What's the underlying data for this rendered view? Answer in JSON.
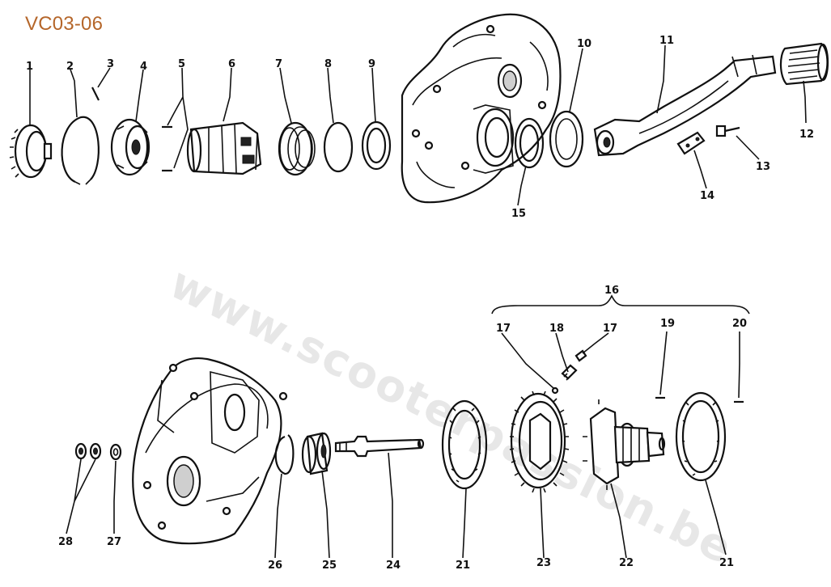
{
  "header": {
    "code": "VC03-06"
  },
  "watermark": {
    "text": "www.scooterpassion.be"
  },
  "labels": {
    "p1": "1",
    "p2": "2",
    "p3": "3",
    "p4": "4",
    "p5": "5",
    "p6": "6",
    "p7": "7",
    "p8": "8",
    "p9": "9",
    "p10": "10",
    "p11": "11",
    "p12": "12",
    "p13": "13",
    "p14": "14",
    "p15": "15",
    "p16": "16",
    "p17a": "17",
    "p17b": "17",
    "p18": "18",
    "p19": "19",
    "p20": "20",
    "p21a": "21",
    "p21b": "21",
    "p22": "22",
    "p23": "23",
    "p24": "24",
    "p25": "25",
    "p26": "26",
    "p27": "27",
    "p28": "28"
  }
}
